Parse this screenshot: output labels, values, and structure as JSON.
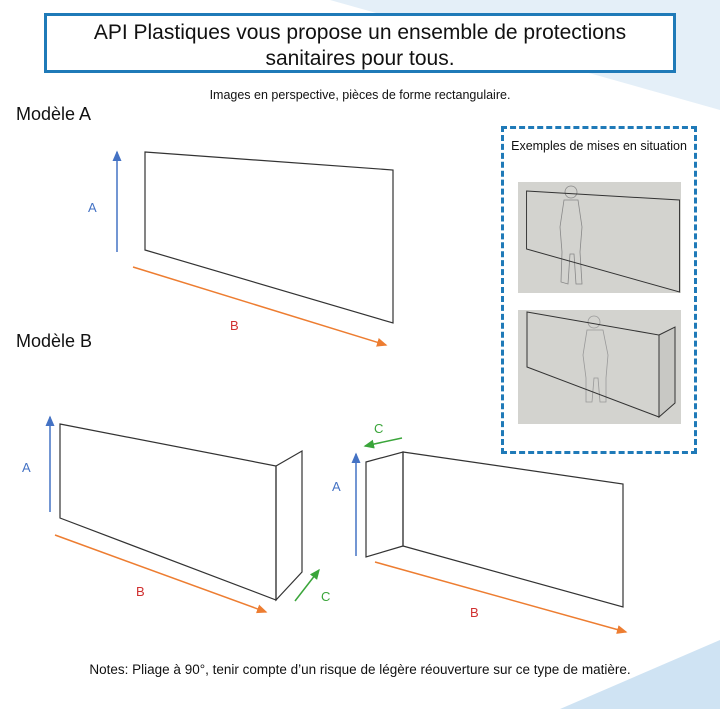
{
  "header": {
    "title": "API Plastiques vous propose un ensemble de protections sanitaires pour tous.",
    "subtitle": "Images en perspective, pièces de forme rectangulaire."
  },
  "model_a": {
    "label": "Modèle A",
    "dim_a": "A",
    "dim_b": "B"
  },
  "model_b": {
    "label": "Modèle B",
    "left": {
      "dim_a": "A",
      "dim_b": "B",
      "dim_c": "C"
    },
    "right": {
      "dim_a": "A",
      "dim_b": "B",
      "dim_c": "C"
    }
  },
  "examples": {
    "title": "Exemples de mises en situation"
  },
  "notes": "Notes: Pliage à 90°, tenir compte d’un risque de légère réouverture sur ce type de matière.",
  "colors": {
    "a": "#4472c4",
    "b": "#ed7d31",
    "c": "#3aa53a",
    "label_b": "#d03030",
    "frame": "#1f7ab8"
  }
}
